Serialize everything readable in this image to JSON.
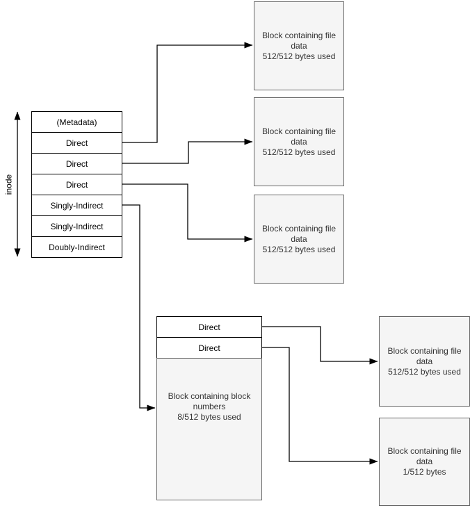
{
  "diagram": {
    "inode": {
      "label": "inode",
      "rows": [
        "(Metadata)",
        "Direct",
        "Direct",
        "Direct",
        "Singly-Indirect",
        "Singly-Indirect",
        "Doubly-Indirect"
      ]
    },
    "direct_data_blocks": [
      "Block containing file\ndata\n512/512 bytes used",
      "Block containing file\ndata\n512/512 bytes used",
      "Block containing file\ndata\n512/512 bytes used"
    ],
    "indirect_table": {
      "rows": [
        "Direct",
        "Direct"
      ],
      "block_text": "Block containing block\nnumbers\n8/512 bytes used"
    },
    "indirect_data_blocks": [
      "Block containing file\ndata\n512/512 bytes used",
      "Block containing file\ndata\n1/512 bytes"
    ],
    "colors": {
      "block_fill": "#f5f5f5",
      "block_stroke": "#666666",
      "block_text": "#333333",
      "table_fill": "#ffffff",
      "table_stroke": "#000000",
      "table_text": "#000000",
      "connector": "#000000"
    }
  }
}
